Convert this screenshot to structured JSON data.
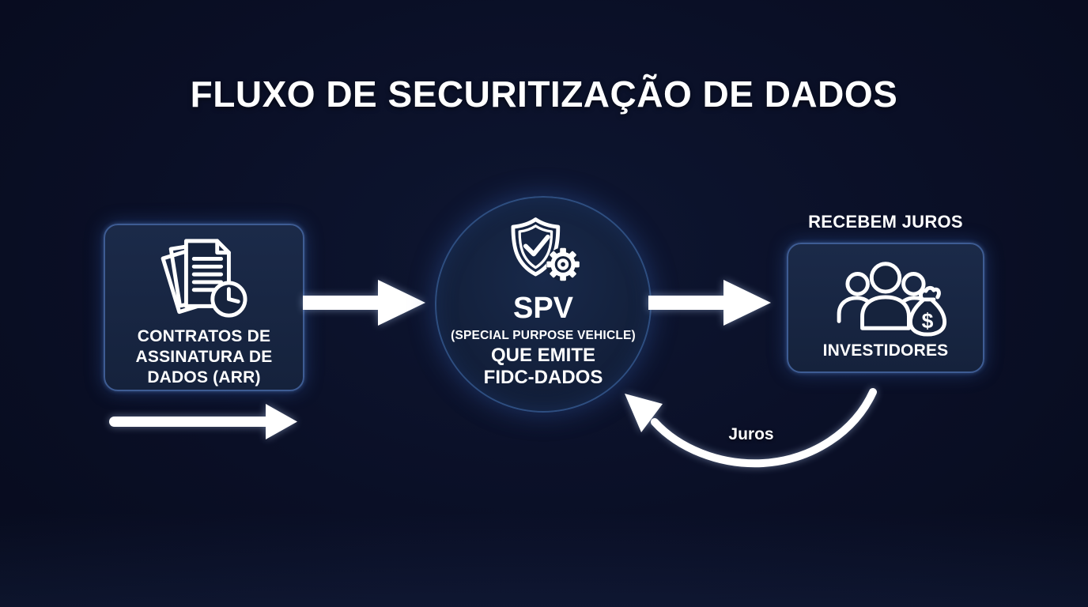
{
  "title": "FLUXO DE SECURITIZAÇÃO DE DADOS",
  "colors": {
    "background": "#0A0F26",
    "node_fill": "#16233D",
    "node_border": "#3E5C93",
    "circle_fill": "#132039",
    "circle_border": "#2E4E80",
    "text": "#FFFFFF",
    "accent_glow": "#4A7BD0"
  },
  "nodes": {
    "contracts": {
      "icon": "documents-clock-icon",
      "lines": [
        "CONTRATOS DE",
        "ASSINATURA DE",
        "DADOS (ARR)"
      ]
    },
    "spv": {
      "icon": "shield-check-gear-icon",
      "heading": "SPV",
      "subheading": "(SPECIAL PURPOSE VEHICLE)",
      "line2": "QUE EMITE",
      "line3": "FIDC-DADOS"
    },
    "investors": {
      "icon": "investors-moneybag-icon",
      "top_label": "RECEBEM JUROS",
      "label": "INVESTIDORES"
    }
  },
  "edges": {
    "juros_label": "Juros"
  }
}
